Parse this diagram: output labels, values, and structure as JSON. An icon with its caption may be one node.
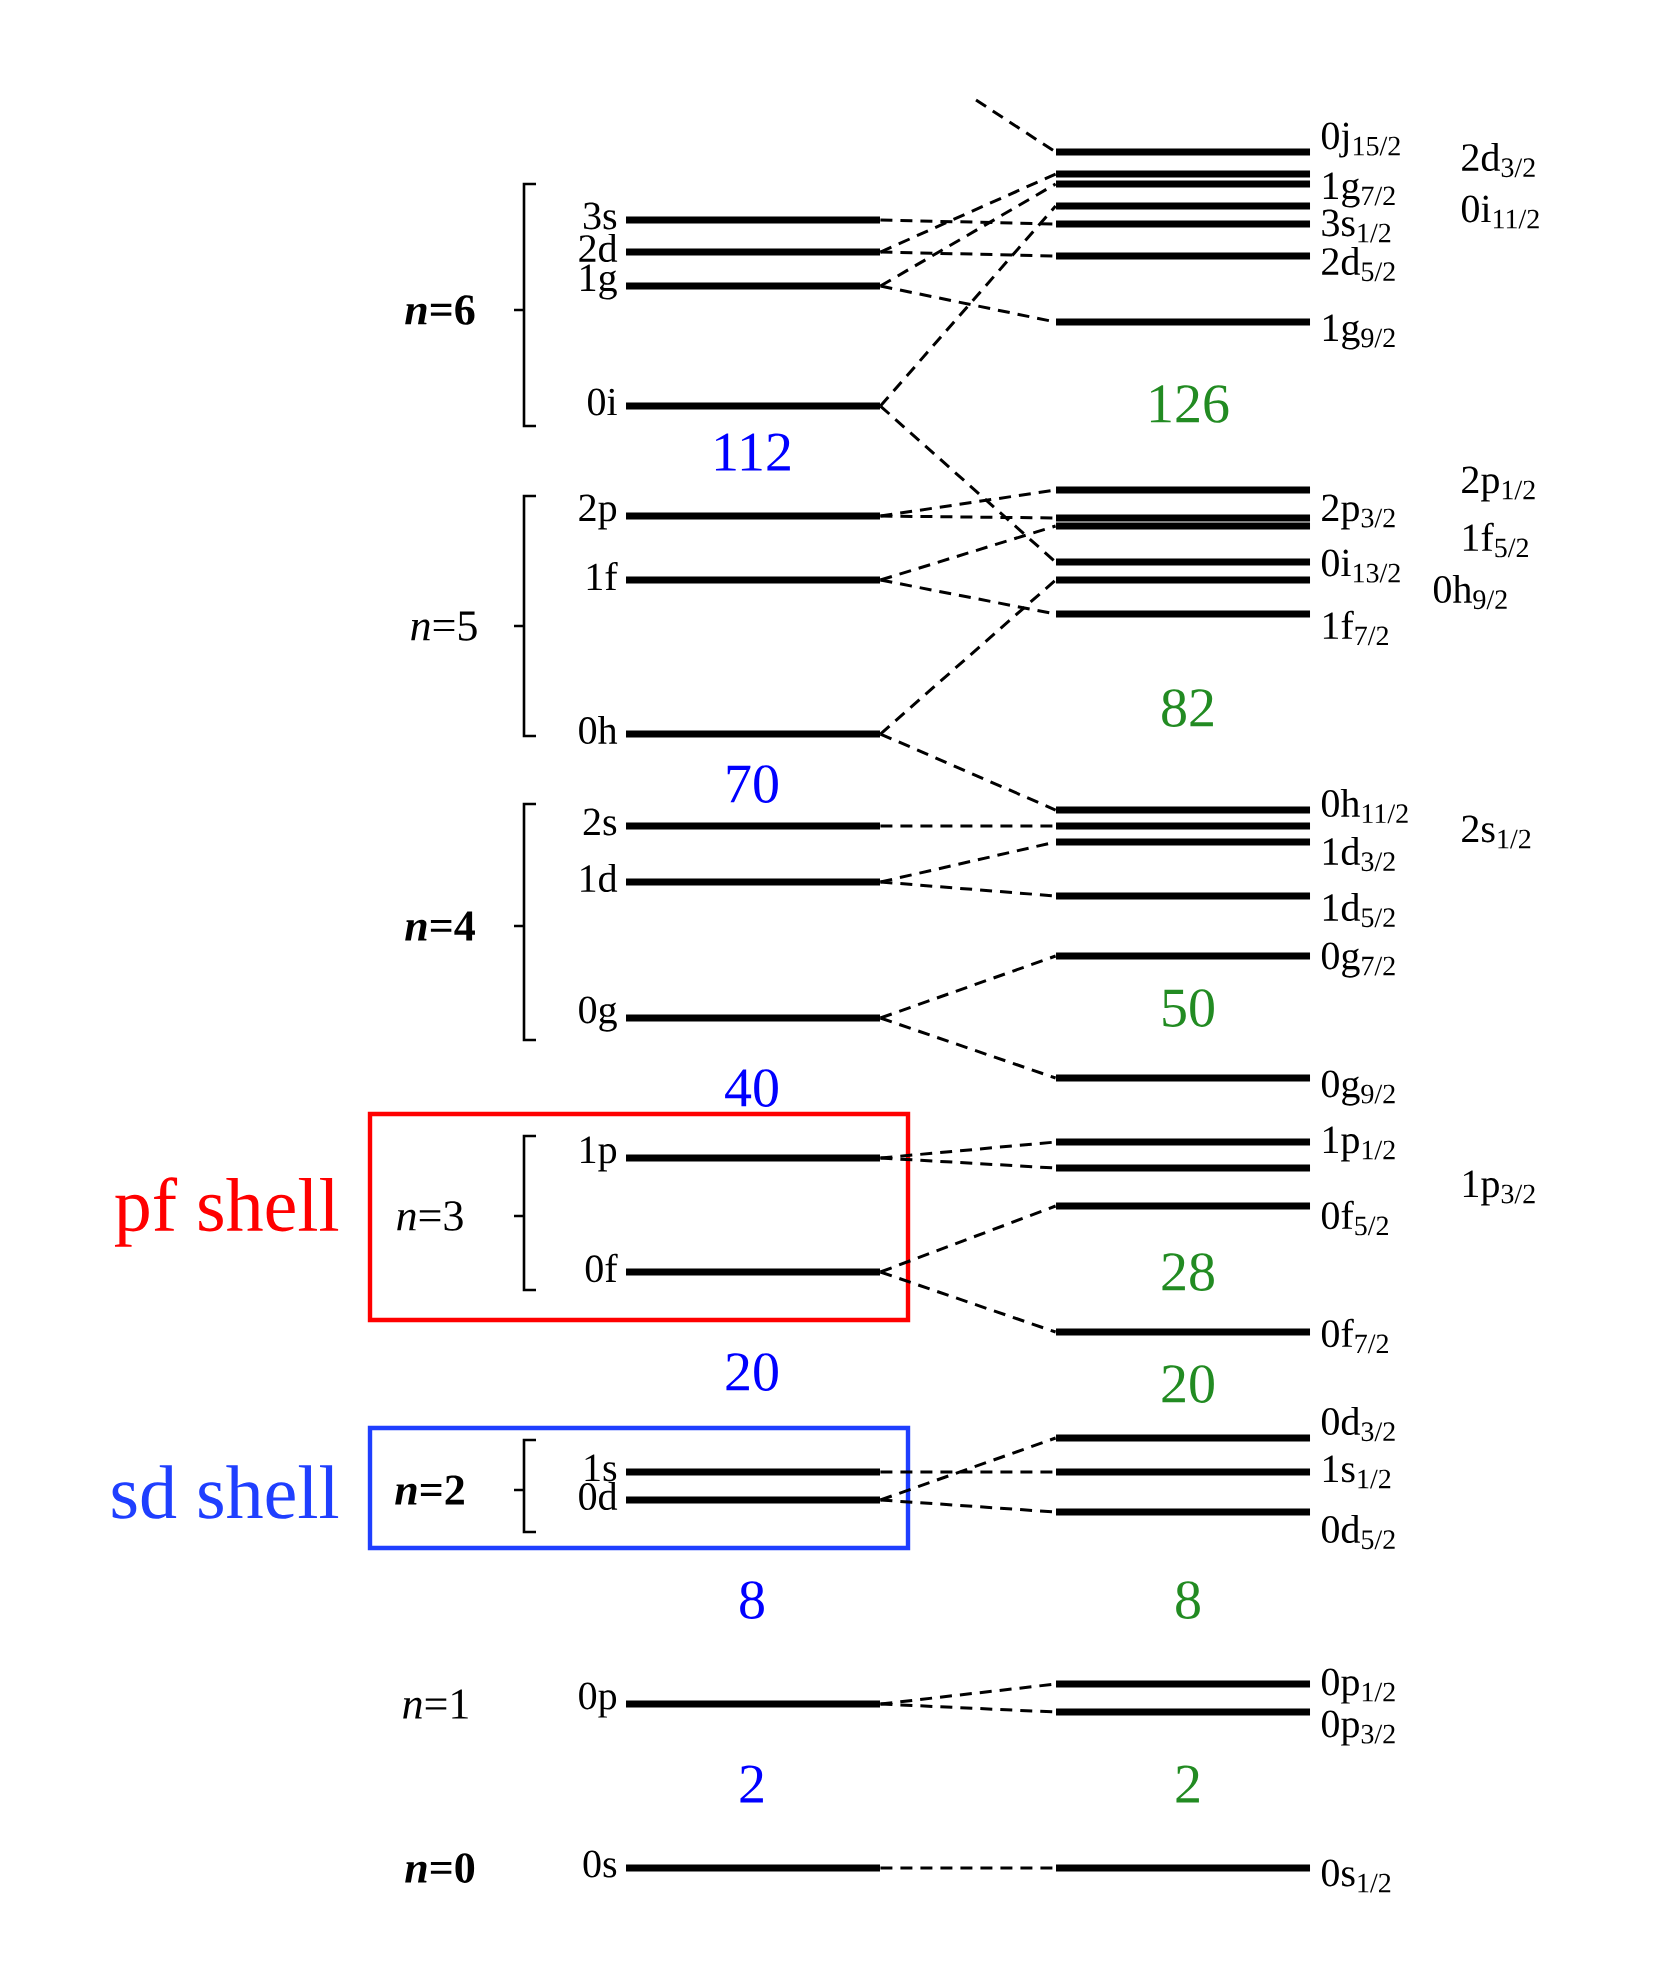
{
  "diagram": {
    "nodes": [
      {
        "text": [
          "3s"
        ]
      },
      {
        "text": [
          "2d"
        ]
      },
      {
        "text": [
          "1g"
        ]
      },
      {
        "text": [
          "0i"
        ]
      },
      {
        "text": [
          "2p"
        ]
      },
      {
        "text": [
          "1f"
        ]
      },
      {
        "text": [
          "0h"
        ]
      },
      {
        "text": [
          "2s"
        ]
      },
      {
        "text": [
          "1d"
        ]
      },
      {
        "text": [
          "0g"
        ]
      },
      {
        "text": [
          "pf shell"
        ]
      },
      {
        "text": [
          "1p"
        ],
        "in": 10
      },
      {
        "text": [
          "0f"
        ],
        "in": 10
      },
      {
        "text": [
          "sd shell"
        ]
      },
      {
        "text": [
          "1s"
        ],
        "in": 13
      },
      {
        "text": [
          "0d"
        ],
        "in": 13
      },
      {
        "text": [
          "0p"
        ]
      },
      {
        "text": [
          "0s"
        ]
      },
      {
        "text": [
          "0j$_{15/2}$"
        ]
      },
      {
        "text": [
          "2d$_{3/2}$"
        ]
      },
      {
        "text": [
          "1g$_{7/2}$"
        ]
      },
      {
        "text": [
          "0i$_{11/2}$"
        ]
      },
      {
        "text": [
          "3s$_{1/2}$"
        ]
      },
      {
        "text": [
          "2d$_{5/2}$"
        ]
      },
      {
        "text": [
          "1g$_{9/2}$"
        ]
      },
      {
        "text": [
          "2p$_{1/2}$"
        ]
      },
      {
        "text": [
          "2p$_{3/2}$"
        ]
      },
      {
        "text": [
          "1f$_{5/2}$"
        ]
      },
      {
        "text": [
          "0i$_{13/2}$"
        ]
      },
      {
        "text": [
          "0h$_{9/2}$"
        ]
      },
      {
        "text": [
          "1f$_{7/2}$"
        ]
      },
      {
        "text": [
          "0h$_{11/2}$"
        ]
      },
      {
        "text": [
          "2s$_{1/2}$"
        ]
      },
      {
        "text": [
          "1d$_{3/2}$"
        ]
      },
      {
        "text": [
          "1d$_{5/2}$"
        ]
      },
      {
        "text": [
          "0g$_{7/2}$"
        ]
      },
      {
        "text": [
          "0g$_{9/2}$"
        ]
      },
      {
        "text": [
          "1p$_{1/2}$"
        ]
      },
      {
        "text": [
          "1p$_{3/2}$"
        ]
      },
      {
        "text": [
          "0f$_{5/2}$"
        ]
      },
      {
        "text": [
          "0f$_{7/2}$"
        ]
      },
      {
        "text": [
          "0d$_{3/2}$"
        ]
      },
      {
        "text": [
          "1s$_{1/2}$"
        ]
      },
      {
        "text": [
          "0d$_{5/2}$"
        ]
      },
      {
        "text": [
          "0p$_{1/2}$"
        ]
      },
      {
        "text": [
          "0p$_{3/2}$"
        ]
      },
      {
        "text": [
          "0s$_{1/2}$"
        ]
      }
    ],
    "edges": [
      {
        "from": null,
        "to": 18,
        "arrow": "none",
        "style": "dashed"
      },
      {
        "from": 0,
        "to": 22,
        "arrow": "none",
        "style": "dashed"
      },
      {
        "from": 1,
        "to": 19,
        "arrow": "none",
        "style": "dashed"
      },
      {
        "from": 1,
        "to": 23,
        "arrow": "none",
        "style": "dashed"
      },
      {
        "from": 2,
        "to": 20,
        "arrow": "none",
        "style": "dashed"
      },
      {
        "from": 2,
        "to": 24,
        "arrow": "none",
        "style": "dashed"
      },
      {
        "from": 3,
        "to": 21,
        "arrow": "none",
        "style": "dashed"
      },
      {
        "from": 3,
        "to": 28,
        "arrow": "none",
        "style": "dashed"
      },
      {
        "from": 4,
        "to": 25,
        "arrow": "none",
        "style": "dashed"
      },
      {
        "from": 4,
        "to": 26,
        "arrow": "none",
        "style": "dashed"
      },
      {
        "from": 5,
        "to": 27,
        "arrow": "none",
        "style": "dashed"
      },
      {
        "from": 5,
        "to": 30,
        "arrow": "none",
        "style": "dashed"
      },
      {
        "from": 6,
        "to": 29,
        "arrow": "none",
        "style": "dashed"
      },
      {
        "from": 6,
        "to": 31,
        "arrow": "none",
        "style": "dashed"
      },
      {
        "from": 7,
        "to": 32,
        "arrow": "none",
        "style": "dashed"
      },
      {
        "from": 8,
        "to": 33,
        "arrow": "none",
        "style": "dashed"
      },
      {
        "from": 8,
        "to": 34,
        "arrow": "none",
        "style": "dashed"
      },
      {
        "from": 9,
        "to": 35,
        "arrow": "none",
        "style": "dashed"
      },
      {
        "from": 9,
        "to": 36,
        "arrow": "none",
        "style": "dashed"
      },
      {
        "from": 11,
        "to": 37,
        "arrow": "none",
        "style": "dashed"
      },
      {
        "from": 11,
        "to": 38,
        "arrow": "none",
        "style": "dashed"
      },
      {
        "from": 12,
        "to": 39,
        "arrow": "none",
        "style": "dashed"
      },
      {
        "from": 12,
        "to": 40,
        "arrow": "none",
        "style": "dashed"
      },
      {
        "from": 14,
        "to": 42,
        "arrow": "none",
        "style": "dashed"
      },
      {
        "from": 15,
        "to": 41,
        "arrow": "none",
        "style": "dashed"
      },
      {
        "from": 15,
        "to": 43,
        "arrow": "none",
        "style": "dashed"
      },
      {
        "from": 16,
        "to": 44,
        "arrow": "none",
        "style": "dashed"
      },
      {
        "from": 16,
        "to": 45,
        "arrow": "none",
        "style": "dashed"
      },
      {
        "from": 17,
        "to": 46,
        "arrow": "none",
        "style": "dashed"
      }
    ],
    "labels": [
      "*n*=6",
      "112",
      "126",
      "*n*=5",
      "70",
      "82",
      "*n*=4",
      "40",
      "50",
      "*n*=3",
      "28",
      "20",
      "20",
      "*n*=2",
      "8",
      "8",
      "*n*=1",
      "2",
      "2",
      "*n*=0"
    ]
  }
}
